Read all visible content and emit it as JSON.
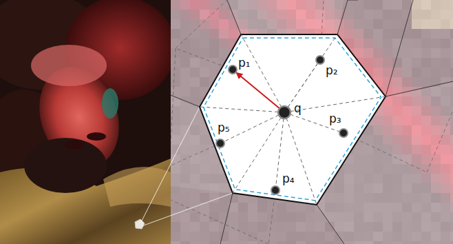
{
  "diagram": {
    "labels": [
      "p₁",
      "p₂",
      "p₃",
      "p₄",
      "p₅",
      "q"
    ]
  }
}
